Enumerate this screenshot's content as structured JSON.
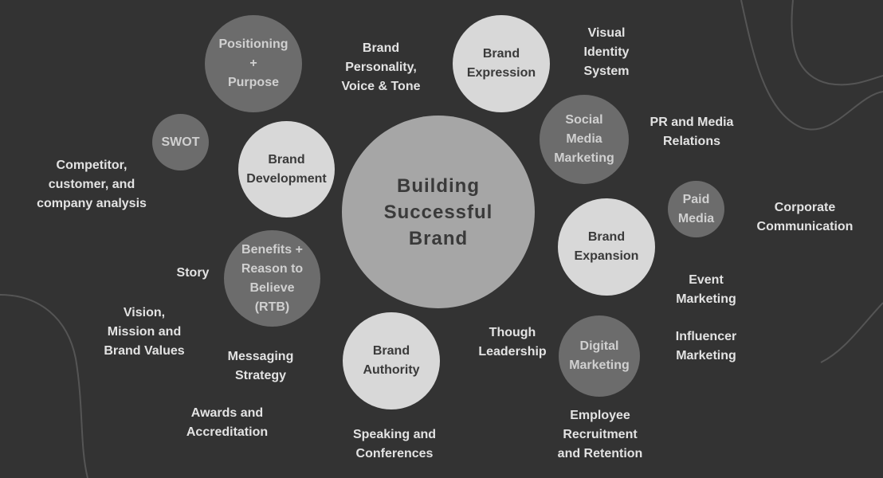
{
  "colors": {
    "background": "#333333",
    "light_bubble": "#d8d8d8",
    "mid_bubble": "#a6a6a6",
    "dark_bubble": "#6c6c6c",
    "text_light": "#e3e3e3",
    "text_dark": "#3a3a3a"
  },
  "center": "Building\nSuccessful\nBrand",
  "nodes": {
    "brand_development": "Brand\nDevelopment",
    "brand_expression": "Brand\nExpression",
    "brand_expansion": "Brand\nExpansion",
    "brand_authority": "Brand\nAuthority",
    "positioning_purpose": "Positioning\n+\nPurpose",
    "swot": "SWOT",
    "benefits_rtb": "Benefits +\nReason to\nBelieve\n(RTB)",
    "social_media_marketing": "Social\nMedia\nMarketing",
    "paid_media": "Paid\nMedia",
    "digital_marketing": "Digital\nMarketing"
  },
  "labels": {
    "brand_personality": "Brand\nPersonality,\nVoice & Tone",
    "visual_identity": "Visual\nIdentity\nSystem",
    "pr_media": "PR and Media\nRelations",
    "competitor_analysis": "Competitor,\ncustomer, and\ncompany analysis",
    "corporate_communication": "Corporate\nCommunication",
    "story": "Story",
    "vision_mission": "Vision,\nMission and\nBrand Values",
    "event_marketing": "Event\nMarketing",
    "messaging_strategy": "Messaging\nStrategy",
    "though_leadership": "Though\nLeadership",
    "influencer_marketing": "Influencer\nMarketing",
    "awards": "Awards and\nAccreditation",
    "speaking": "Speaking and\nConferences",
    "employee_recruitment": "Employee\nRecruitment\nand Retention"
  }
}
